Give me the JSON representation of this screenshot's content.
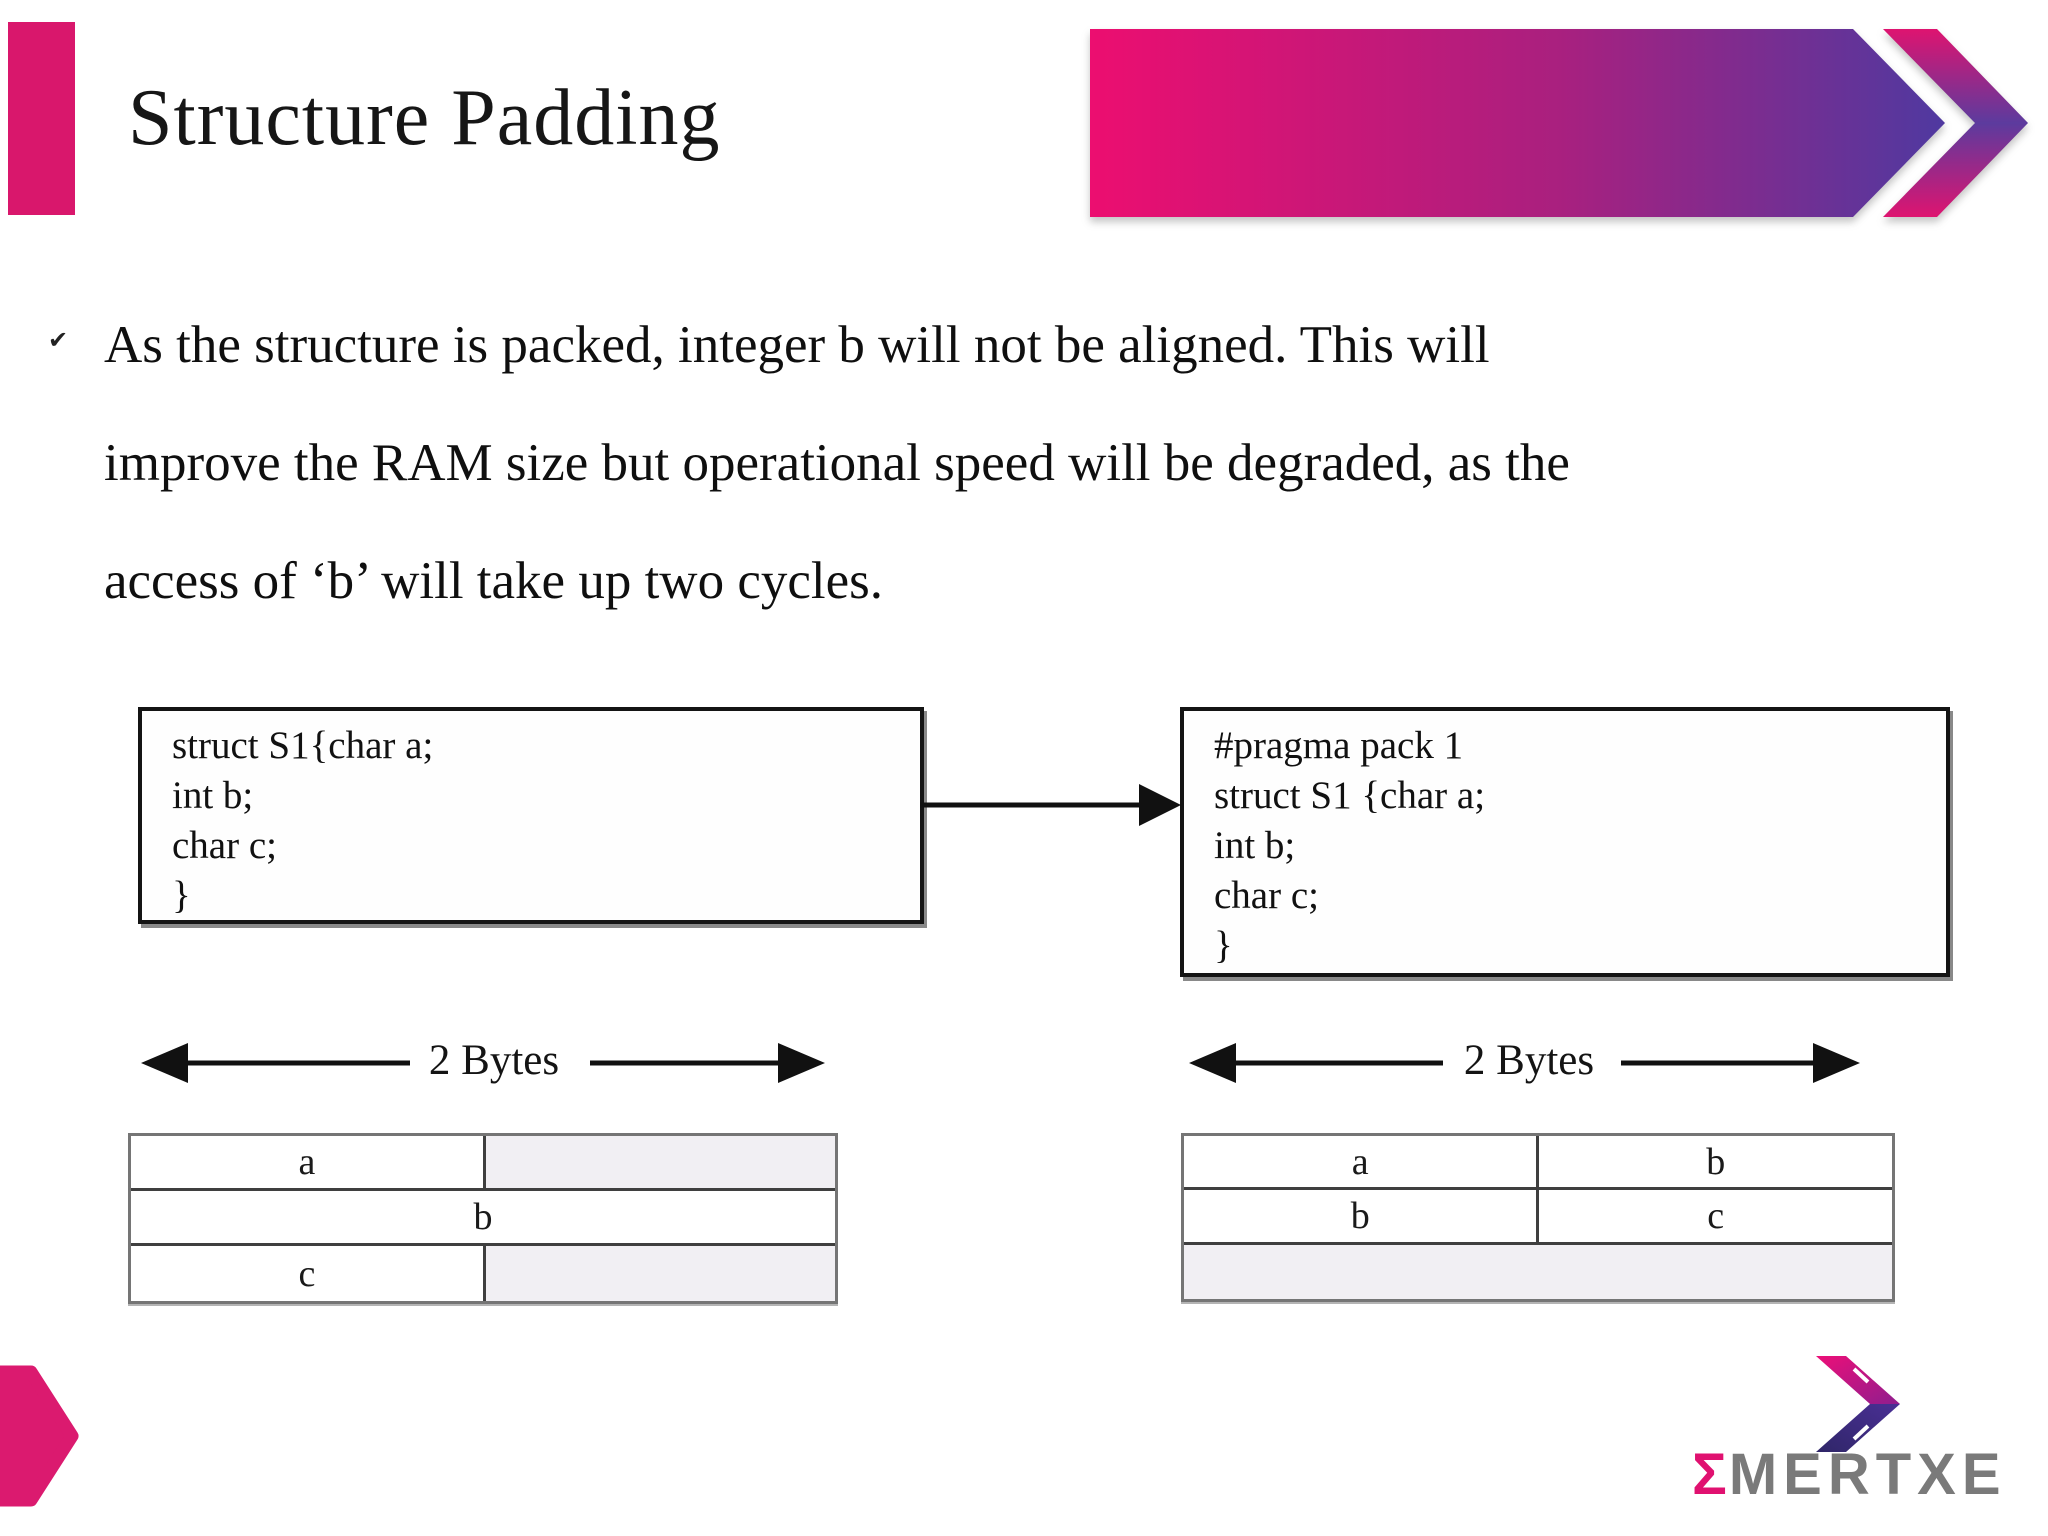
{
  "title": "Structure Padding",
  "bullet": {
    "marker": "✔",
    "lines": [
      "As the structure is packed, integer b will not be aligned. This will",
      "improve the RAM size but operational speed will be degraded, as the",
      "access of ‘b’ will take up two cycles."
    ]
  },
  "code_left": {
    "lines": [
      "struct S1{char a;",
      "int b;",
      "char c;",
      "}"
    ]
  },
  "code_right": {
    "lines": [
      "#pragma pack 1",
      "struct S1 {char a;",
      "int b;",
      "char c;",
      "}"
    ]
  },
  "diagram_left": {
    "size_label": "2 Bytes",
    "table": {
      "r0c0": "a",
      "r0c1": "",
      "r1": "b",
      "r2c0": "c",
      "r2c1": ""
    }
  },
  "diagram_right": {
    "size_label": "2 Bytes",
    "table": {
      "r0c0": "a",
      "r0c1": "b",
      "r1c0": "b",
      "r1c1": "c",
      "r2": ""
    }
  },
  "logo": {
    "sigma": "Σ",
    "name": "MERTXE"
  },
  "colors": {
    "accent_pink": "#e0116f",
    "accent_purple": "#4f39a0",
    "corner_pink": "#d9176c",
    "table_shade": "#f1eff3",
    "logo_gray": "#7a7a7a",
    "logo_navy": "#3a2d7d"
  }
}
